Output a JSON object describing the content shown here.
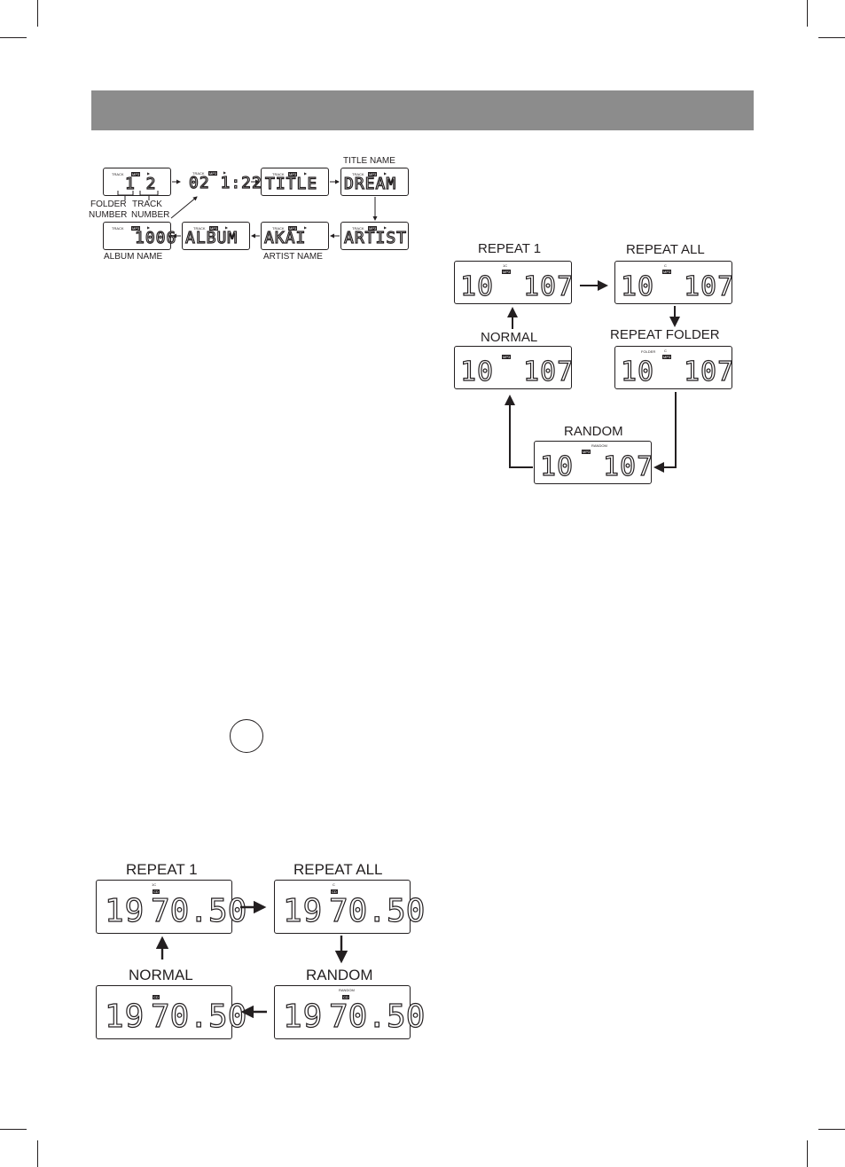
{
  "flow_diagram": {
    "labels": {
      "title_name": "TITLE NAME",
      "folder_number_1": "FOLDER",
      "folder_number_2": "NUMBER",
      "track_number_1": "TRACK",
      "track_number_2": "NUMBER",
      "album_name": "ALBUM NAME",
      "artist_name": "ARTIST NAME"
    },
    "displays": {
      "folder_track": "1  2",
      "time": "02 1:22",
      "title": "TITLE",
      "dream": "DREAM",
      "artist": "ARTIST",
      "akai": "AKAI",
      "album": "ALBUM",
      "album_num": "1006"
    },
    "indicator_track": "TRACK"
  },
  "mp3_modes": {
    "repeat_1": "REPEAT 1",
    "repeat_all": "REPEAT ALL",
    "normal": "NORMAL",
    "repeat_folder": "REPEAT FOLDER",
    "random": "RANDOM",
    "left_value": "10",
    "right_value": "107",
    "chip": "MP3",
    "repeat_one_icon": "1C",
    "repeat_icon": "C",
    "folder_indicator": "FOLDER",
    "random_indicator": "RANDOM"
  },
  "cd_modes": {
    "repeat_1": "REPEAT 1",
    "repeat_all": "REPEAT ALL",
    "normal": "NORMAL",
    "random": "RANDOM",
    "left_value": "19",
    "right_value": "70.50",
    "chip": "CD",
    "repeat_one_icon": "1C",
    "repeat_icon": "C",
    "random_indicator": "RANDOM"
  },
  "colors": {
    "ink": "#231f20",
    "header_bar": "#8c8c8c"
  }
}
